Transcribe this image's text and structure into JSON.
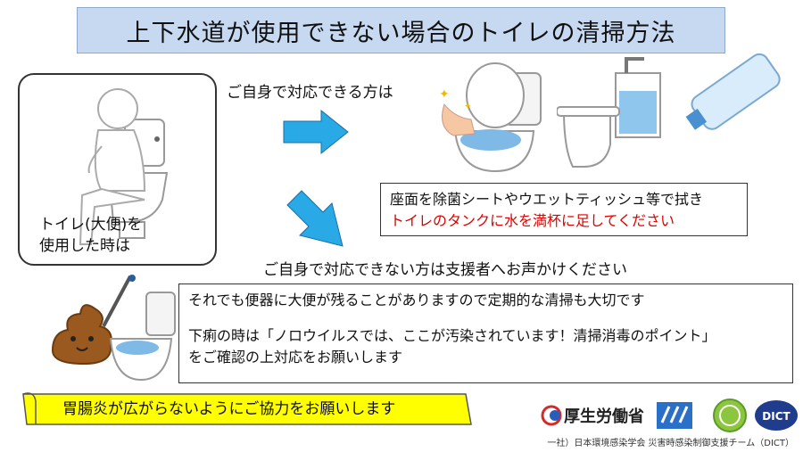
{
  "title": "上下水道が使用できない場合のトイレの清掃方法",
  "person": {
    "caption_line1": "トイレ(大便)を",
    "caption_line2": "使用した時は"
  },
  "branch_self": "ご自身で対応できる方は",
  "branch_help": "ご自身で対応できない方は支援者へお声かけください",
  "note1": {
    "line1": "座面を除菌シートやウエットティッシュ等で拭き",
    "line2_red": "トイレのタンクに水を満杯に足してください"
  },
  "note2": {
    "line1": "それでも便器に大便が残ることがありますので定期的な清掃も大切です",
    "line2": "下痢の時は「ノロウイルスでは、ここが汚染されています！清掃消毒のポイント」",
    "line3": "をご確認の上対応をお願いします"
  },
  "banner": "胃腸炎が広がらないようにご協力をお願いします",
  "logos": {
    "mhlw": "厚生労働省",
    "dict": "DICT"
  },
  "org": "一社）日本環境感染学会 災害時感染制御支援チーム（DICT）",
  "colors": {
    "title_bg": "#c6d9f1",
    "arrow": "#29a9e6",
    "banner": "#ffff00",
    "red_text": "#e00000"
  }
}
